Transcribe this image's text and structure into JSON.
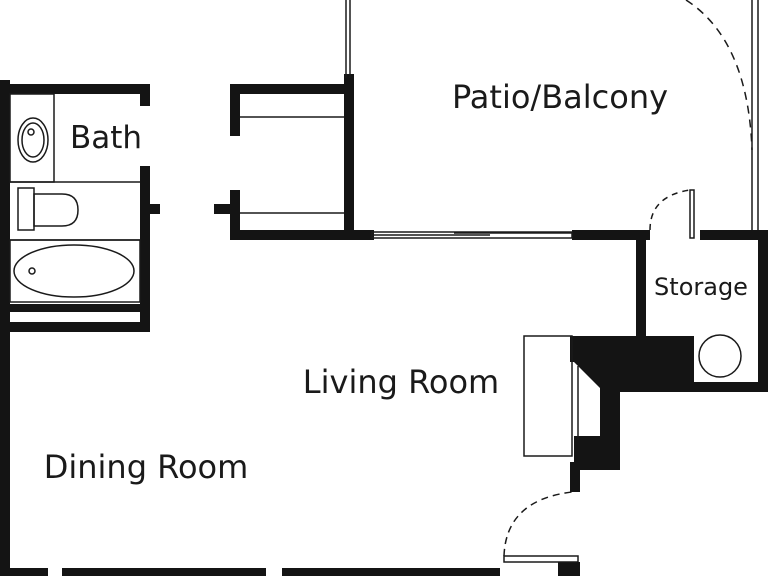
{
  "floor_plan": {
    "rooms": {
      "patio": "Patio/Balcony",
      "bath": "Bath",
      "storage": "Storage",
      "living": "Living Room",
      "dining": "Dining Room"
    }
  },
  "colors": {
    "wall": "#141414",
    "line": "#1a1a1a",
    "background": "#ffffff"
  }
}
